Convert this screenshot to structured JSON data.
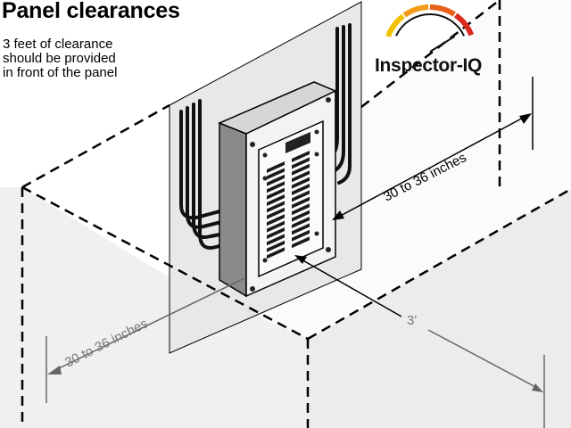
{
  "title": "Panel clearances",
  "subtitle_lines": [
    "3 feet of clearance",
    "should be provided",
    "in front of the panel"
  ],
  "logo": {
    "brand": "Inspector-IQ",
    "gauge_colors": [
      "#f2c200",
      "#f39a1a",
      "#e8611a",
      "#d92a1c"
    ]
  },
  "dimensions": {
    "upper_width": "30 to 36 inches",
    "lower_width": "30 to 36 inches",
    "depth": "3'"
  },
  "colors": {
    "wall_panel": "#e9e9e9",
    "panel_box": "#f2f2f2",
    "panel_side": "#8a8a8a",
    "floor_box": "#efefef",
    "line": "#000000",
    "dimension_line": "#6d6d6d"
  }
}
